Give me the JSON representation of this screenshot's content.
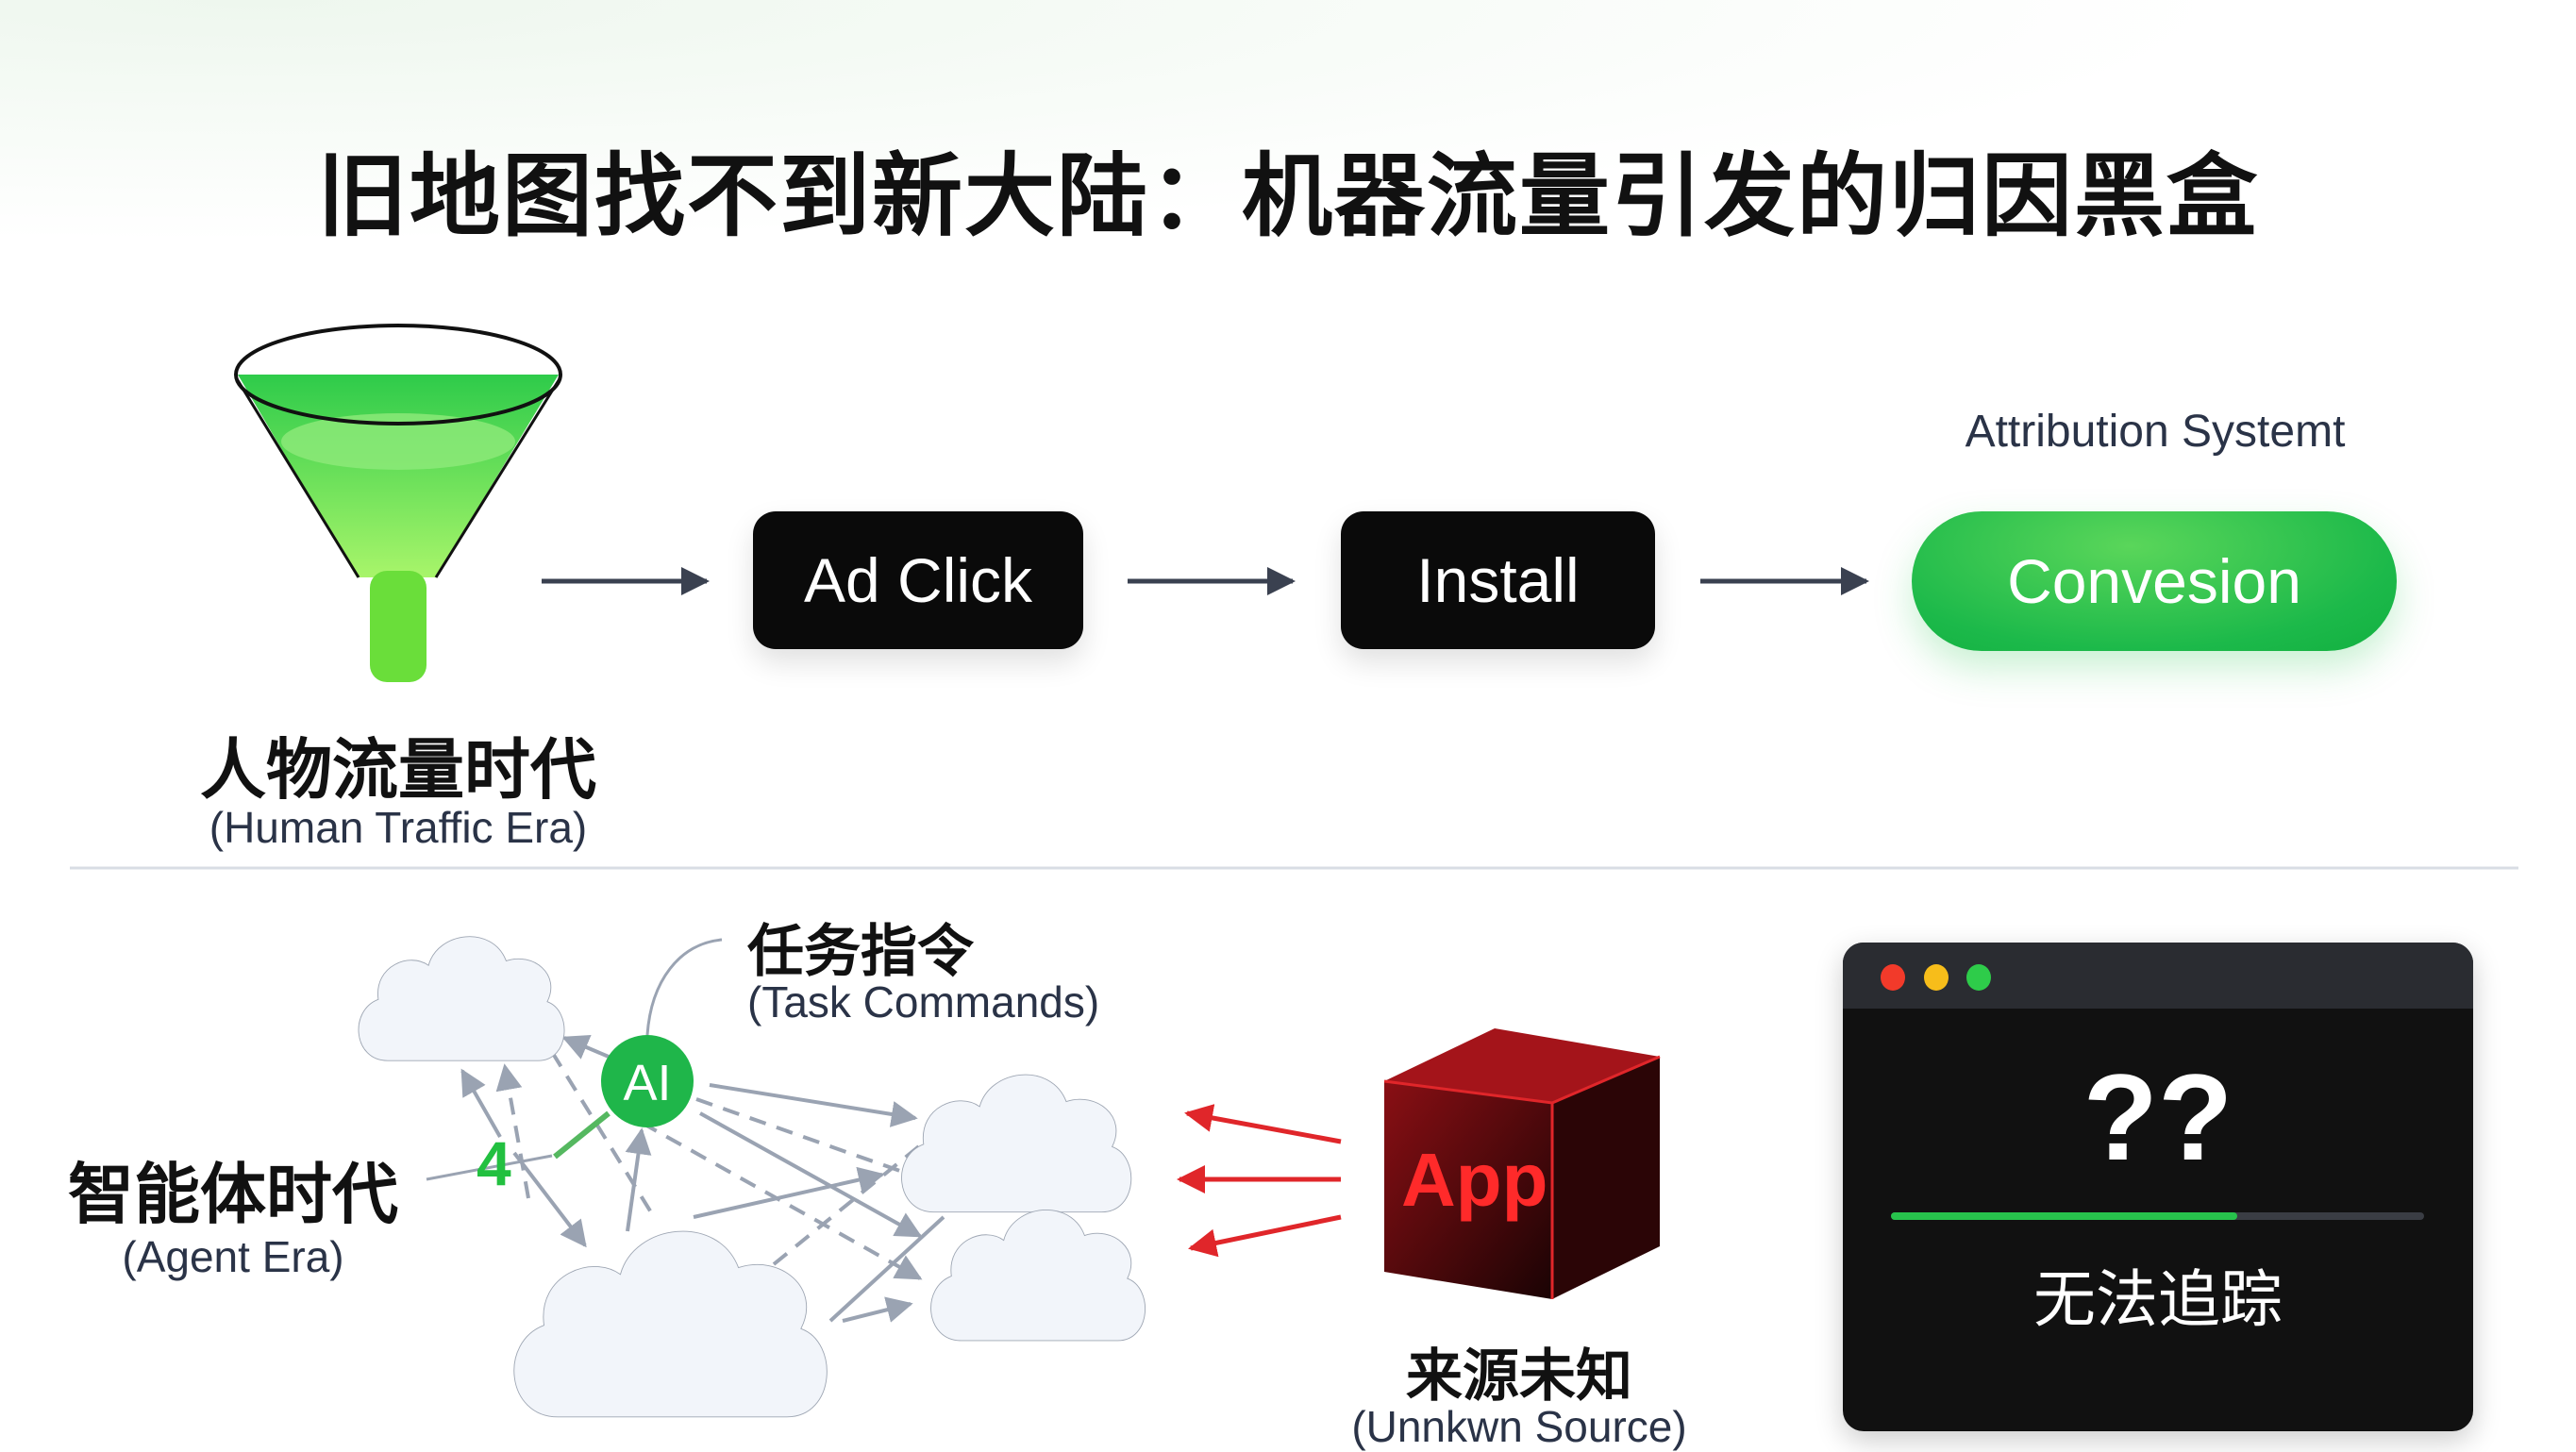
{
  "title": "旧地图找不到新大陆：机器流量引发的归因黑盒",
  "top": {
    "era_cn": "人物流量时代",
    "era_en": "(Human Traffic Era)",
    "steps": [
      "Ad Click",
      "Install"
    ],
    "attribution_label": "Attribution Systemt",
    "conversion_label": "Convesion"
  },
  "bottom": {
    "era_cn": "智能体时代",
    "era_en": "(Agent Era)",
    "ai_label": "AI",
    "glitch_label": "4",
    "task_cn": "任务指令",
    "task_en": "(Task Commands)",
    "app_label": "App",
    "source_cn": "来源未知",
    "source_en": "(Unnkwn Source)",
    "window": {
      "question": "??",
      "status": "无法追踪",
      "progress": 0.65
    }
  },
  "colors": {
    "green": "#1fbf4a",
    "dark": "#0a0a0a",
    "red": "#e0262a"
  }
}
